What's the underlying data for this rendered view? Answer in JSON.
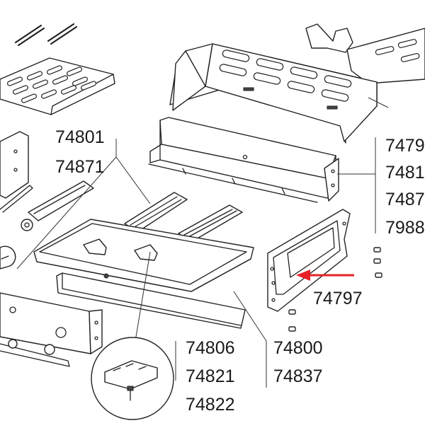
{
  "diagram": {
    "part_numbers": {
      "group_left_top": [
        "74801",
        "74871"
      ],
      "group_right_top": [
        "7479",
        "7481",
        "7487",
        "7988"
      ],
      "highlighted": "74797",
      "group_bottom_left": [
        "74806",
        "74821",
        "74822"
      ],
      "group_bottom_right": [
        "74800",
        "74837"
      ]
    },
    "colors": {
      "highlight_arrow": "#e8202a",
      "line": "#222222",
      "background": "#ffffff"
    }
  }
}
